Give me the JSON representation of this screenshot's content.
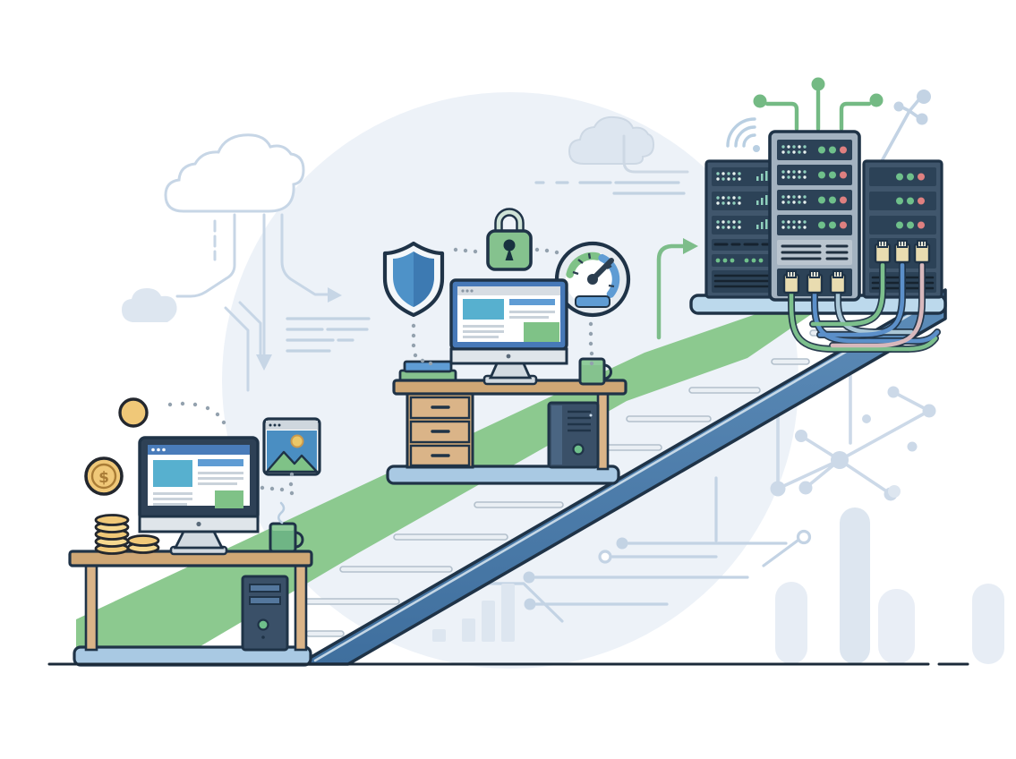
{
  "illustration": {
    "title_visible_text": "",
    "theme": "infrastructure-upgrade-path",
    "stages": [
      {
        "name": "basic-home-desk",
        "items": [
          "desktop-monitor",
          "pc-tower",
          "coin",
          "dollar-coin",
          "coin-stack",
          "green-mug",
          "image-browser-icon"
        ]
      },
      {
        "name": "secured-workstation",
        "items": [
          "shield-icon",
          "padlock-icon",
          "speedometer-icon",
          "desktop-monitor",
          "drawer-desk",
          "books",
          "pc-tower",
          "green-mug"
        ]
      },
      {
        "name": "server-room",
        "items": [
          "server-rack-left",
          "server-rack-middle",
          "server-rack-right",
          "network-cables",
          "ethernet-jacks",
          "green-network-nodes",
          "wifi-icon"
        ]
      }
    ],
    "connectors": [
      "green-ramp-stripe",
      "blue-ramp-beam",
      "ramp-steps",
      "green-upgrade-arrow"
    ],
    "decorations": [
      "large-outline-cloud",
      "small-filled-cloud",
      "medium-filled-cloud",
      "down-arrow-icon",
      "right-arrow-icon",
      "paragraph-lines",
      "circuit-traces",
      "network-molecules",
      "bar-chart-silhouette-small",
      "bar-chart-silhouette-large",
      "ground-line"
    ],
    "rack_leds": [
      "green",
      "green",
      "red"
    ],
    "cable_colors_middle_rack": [
      "green",
      "blue",
      "teal"
    ],
    "cable_colors_right_rack": [
      "green",
      "blue",
      "pink"
    ],
    "steps_count": 11
  },
  "palette": {
    "bg": "#ffffff",
    "ink": "#1f3347",
    "circleBg": "#edf2f8",
    "decorLine": "#c7d6e6",
    "decorFill": "#dde6f0",
    "decorSoft": "#e7edf5",
    "stripeGreen": "#8cc98f",
    "nodeGreen": "#74ba84",
    "arrowGreen": "#7dbd8a",
    "beamLight": "#5d8cb8",
    "beamDark": "#3f6f9e",
    "beamEdge": "#dbe7f1",
    "platformBlue": "#bcd9ec",
    "deskBase": "#a9c9e3",
    "wood": "#cfa775",
    "woodLight": "#dab488",
    "navyBezel": "#2e4156",
    "blueBezel": "#4779b8",
    "titleBlue": "#4a7cba",
    "tealBlock": "#57b0cf",
    "blueBar": "#5f9cd4",
    "grayLine": "#c9d2da",
    "grayBar": "#d7dde3",
    "greenBlock": "#7fc287",
    "chin": "#dfe5ea",
    "standGray": "#d2dae1",
    "towerBody": "#3a5068",
    "towerStrip": "#4a6582",
    "towerSlot": "#54779d",
    "rackBody": "#40566c",
    "rackUnit": "#2c4257",
    "rackFrame": "#a3b2c0",
    "rackPanel": "#bac5cf",
    "ledGreen": "#6fc08b",
    "ledRed": "#df8080",
    "dotTeal": "#8fd0bd",
    "jackTan": "#e9dcb0",
    "cableGreen": "#7cbf8c",
    "cableBlue": "#5b8fc9",
    "cableTeal": "#a9c6d6",
    "cablePink": "#d8b8bc",
    "coinGold": "#f0c878",
    "coinLight": "#f6d88f",
    "coinInk": "#23272e",
    "dollarText": "#a97c36",
    "mugGreen": "#6fb585",
    "mugLight": "#8fcb9a",
    "shieldLeft": "#4e92c8",
    "shieldRight": "#3d7ab2",
    "shieldBg": "#f3f7fa",
    "lockGreen": "#85c28e",
    "shackle": "#cfe3d6",
    "keyhole": "#17323f",
    "gaugeRing": "#e7ecf1",
    "needle": "#2c3e50",
    "dotsGray": "#93a1ae",
    "steam": "#b9cde0",
    "stepFill": "#eaeff4",
    "stepLine": "#b3c0cc",
    "groundInk": "#1b2a39"
  }
}
